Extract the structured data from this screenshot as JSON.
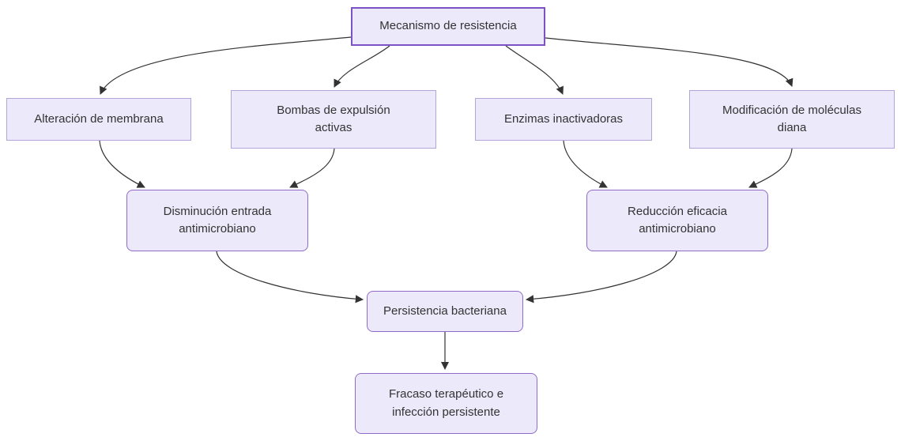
{
  "diagram": {
    "type": "flowchart",
    "direction": "top-down",
    "nodes": [
      {
        "id": "root",
        "label": "Mecanismo de resistencia",
        "shape": "rect-emphasis"
      },
      {
        "id": "alteracion",
        "label": "Alteración de membrana",
        "shape": "rect"
      },
      {
        "id": "bombas",
        "label": [
          "Bombas de expulsión",
          "activas"
        ],
        "shape": "rect"
      },
      {
        "id": "enzimas",
        "label": "Enzimas inactivadoras",
        "shape": "rect"
      },
      {
        "id": "modificacion",
        "label": [
          "Modificación de moléculas",
          "diana"
        ],
        "shape": "rect"
      },
      {
        "id": "disminucion",
        "label": [
          "Disminución entrada",
          "antimicrobiano"
        ],
        "shape": "rounded"
      },
      {
        "id": "reduccion",
        "label": [
          "Reducción eficacia",
          "antimicrobiano"
        ],
        "shape": "rounded"
      },
      {
        "id": "persistencia",
        "label": "Persistencia bacteriana",
        "shape": "rounded"
      },
      {
        "id": "fracaso",
        "label": [
          "Fracaso terapéutico e",
          "infección persistente"
        ],
        "shape": "rounded"
      }
    ],
    "edges": [
      {
        "from": "root",
        "to": "alteracion"
      },
      {
        "from": "root",
        "to": "bombas"
      },
      {
        "from": "root",
        "to": "enzimas"
      },
      {
        "from": "root",
        "to": "modificacion"
      },
      {
        "from": "alteracion",
        "to": "disminucion"
      },
      {
        "from": "bombas",
        "to": "disminucion"
      },
      {
        "from": "enzimas",
        "to": "reduccion"
      },
      {
        "from": "modificacion",
        "to": "reduccion"
      },
      {
        "from": "disminucion",
        "to": "persistencia"
      },
      {
        "from": "reduccion",
        "to": "persistencia"
      },
      {
        "from": "persistencia",
        "to": "fracaso"
      }
    ],
    "colors": {
      "node_fill": "#ECE9FA",
      "root_border": "#7C52C5",
      "rect_border": "#B4A4DC",
      "rounded_border": "#8F6BC9",
      "edge": "#333333",
      "text": "#333333"
    }
  }
}
